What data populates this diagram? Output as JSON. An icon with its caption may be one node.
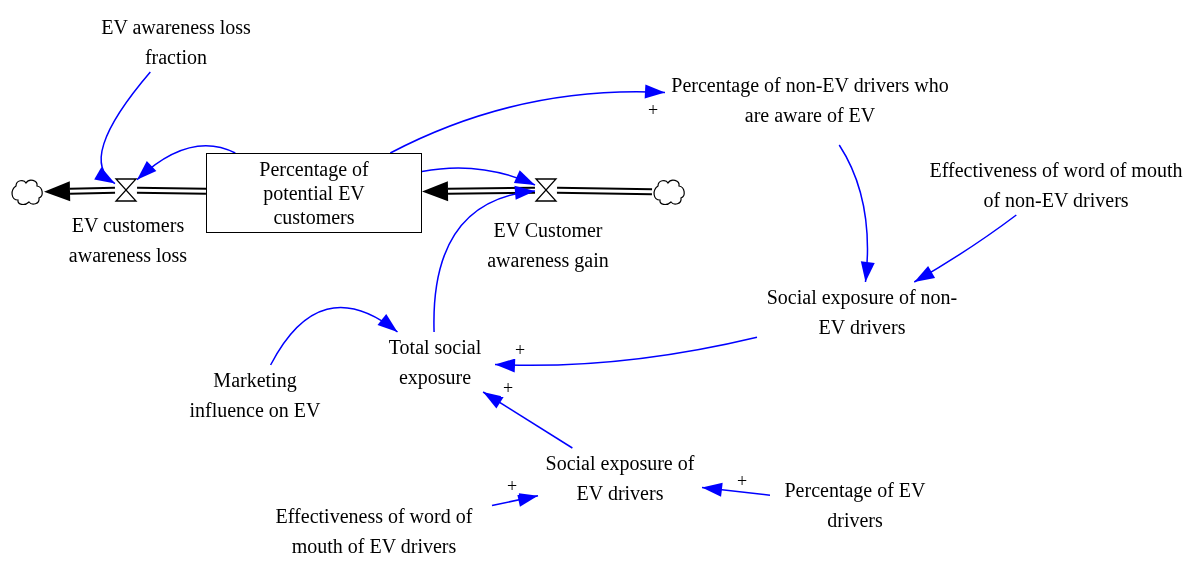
{
  "diagram": {
    "nodes": [
      {
        "text": [
          "EV awareness loss fraction"
        ]
      },
      {
        "text": [],
        "shape": "cloud"
      },
      {
        "text": [],
        "shape": "valve",
        "beside": [
          "EV customers awareness loss"
        ]
      },
      {
        "text": [
          "Percentage of potential EV customers"
        ]
      },
      {
        "text": [],
        "shape": "valve",
        "beside": [
          "EV Customer awareness gain"
        ]
      },
      {
        "text": [],
        "shape": "cloud"
      },
      {
        "text": [
          "Percentage of non-EV drivers who are aware of EV"
        ]
      },
      {
        "text": [
          "Effectiveness of word of mouth of non-EV drivers"
        ]
      },
      {
        "text": [
          "Social exposure of non-EV drivers"
        ]
      },
      {
        "text": [
          "Total social exposure"
        ]
      },
      {
        "text": [
          "Marketing influence on EV"
        ]
      },
      {
        "text": [
          "Social exposure of EV drivers"
        ]
      },
      {
        "text": [
          "Percentage of EV drivers"
        ]
      },
      {
        "text": [
          "Effectiveness of word of mouth of EV drivers"
        ]
      }
    ],
    "edges": [
      {
        "from": 3,
        "to": 2,
        "arrow": "none",
        "style": "thick",
        "color": "#000000"
      },
      {
        "from": 2,
        "to": 1,
        "arrow": "to",
        "style": "thick",
        "color": "#000000"
      },
      {
        "from": 5,
        "to": 4,
        "arrow": "none",
        "style": "thick",
        "color": "#000000"
      },
      {
        "from": 4,
        "to": 3,
        "arrow": "to",
        "style": "thick",
        "color": "#000000"
      },
      {
        "from": 0,
        "to": 2,
        "arrow": "to"
      },
      {
        "from": 3,
        "to": 2,
        "arrow": "to"
      },
      {
        "from": 3,
        "to": 6,
        "arrow": "to",
        "label": "+"
      },
      {
        "from": 3,
        "to": 4,
        "arrow": "to"
      },
      {
        "from": 9,
        "to": 4,
        "arrow": "to"
      },
      {
        "from": 6,
        "to": 8,
        "arrow": "to"
      },
      {
        "from": 7,
        "to": 8,
        "arrow": "to"
      },
      {
        "from": 8,
        "to": 9,
        "arrow": "to",
        "label": "+"
      },
      {
        "from": 10,
        "to": 9,
        "arrow": "to"
      },
      {
        "from": 11,
        "to": 9,
        "arrow": "to",
        "label": "+"
      },
      {
        "from": 12,
        "to": 11,
        "arrow": "to",
        "label": "+"
      },
      {
        "from": 13,
        "to": 11,
        "arrow": "to",
        "label": "+"
      }
    ]
  }
}
